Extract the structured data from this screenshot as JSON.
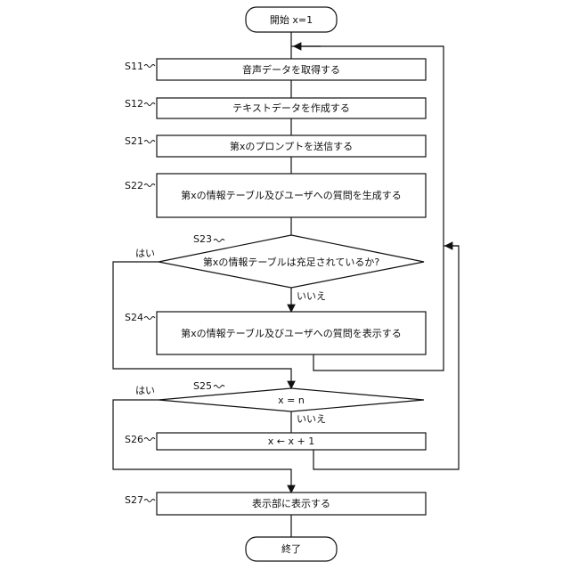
{
  "start": "開始 x=1",
  "end": "終了",
  "steps": [
    {
      "id": "S11",
      "text": "音声データを取得する"
    },
    {
      "id": "S12",
      "text": "テキストデータを作成する"
    },
    {
      "id": "S21",
      "text": "第xのプロンプトを送信する"
    },
    {
      "id": "S22",
      "text": "第xの情報テーブル及びユーザへの質問を生成する"
    },
    {
      "id": "S24",
      "text": "第xの情報テーブル及びユーザへの質問を表示する"
    },
    {
      "id": "S26",
      "text": "x ← x + 1"
    },
    {
      "id": "S27",
      "text": "表示部に表示する"
    }
  ],
  "decisions": [
    {
      "id": "S23",
      "text": "第xの情報テーブルは充足されているか?",
      "yes": "はい",
      "no": "いいえ"
    },
    {
      "id": "S25",
      "text": "x = n",
      "yes": "はい",
      "no": "いいえ"
    }
  ]
}
